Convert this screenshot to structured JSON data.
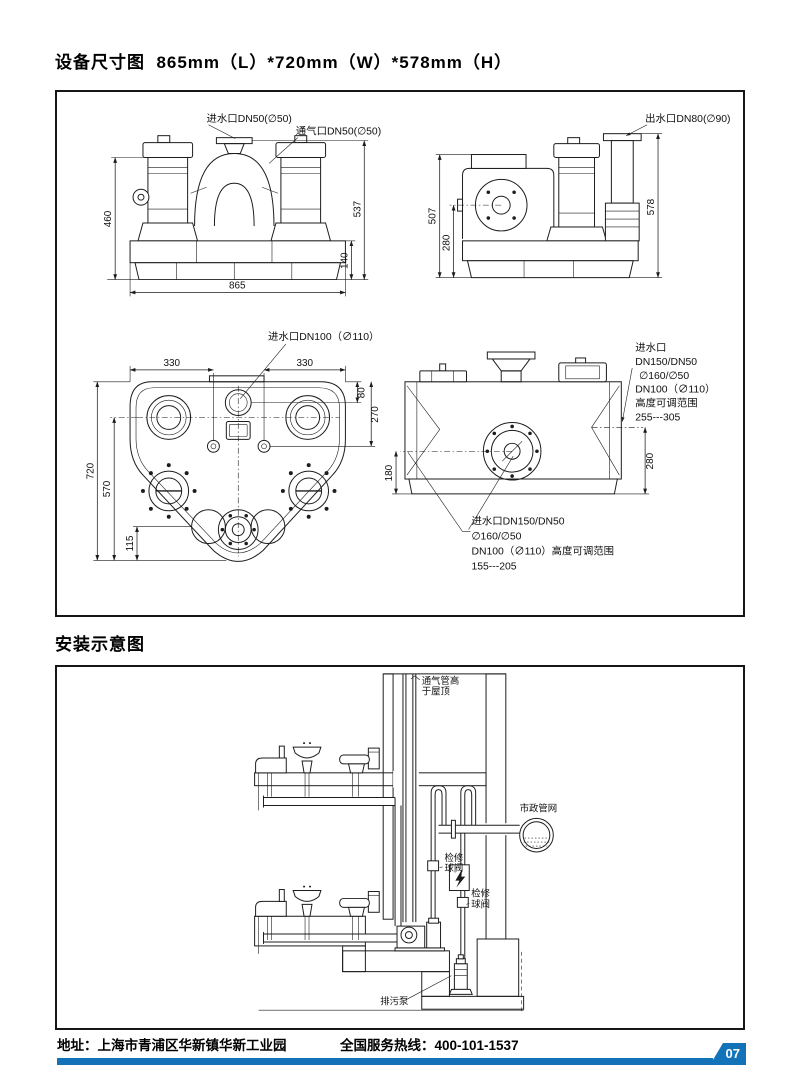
{
  "page": {
    "dim_title": "设备尺寸图  865mm（L）*720mm（W）*578mm（H）",
    "install_title": "安装示意图"
  },
  "front_view": {
    "inlet_label": "进水口DN50(∅50)",
    "vent_label": "通气口DN50(∅50)",
    "dim_left": "460",
    "dim_right": "537",
    "dim_base": "140",
    "dim_width": "865"
  },
  "side_view": {
    "outlet_label": "出水口DN80(∅90)",
    "dim_left": "507",
    "dim_inner": "280",
    "dim_right": "578"
  },
  "top_view": {
    "inlet_label": "进水口DN100（∅110）",
    "dim_top_left": "330",
    "dim_top_right": "330",
    "dim_right_upper": "80",
    "dim_right_lower": "270",
    "dim_left_outer": "720",
    "dim_left_inner": "570",
    "dim_bottom": "115"
  },
  "rear_view": {
    "dim_left": "180",
    "dim_right": "280",
    "note_right": [
      "进水口",
      "DN150/DN50",
      "∅160/∅50",
      "DN100（∅110）",
      "高度可调范围",
      "255---305"
    ],
    "note_bottom": [
      "进水口DN150/DN50",
      "∅160/∅50",
      "DN100（∅110）高度可调范围",
      "155---205"
    ]
  },
  "installation": {
    "vent_note": [
      "通气管高",
      "于屋顶"
    ],
    "municipal_label": "市政管网",
    "valve_note": [
      "检修",
      "球阀"
    ],
    "pump_label": "排污泵"
  },
  "footer": {
    "address": "地址：上海市青浦区华新镇华新工业园",
    "hotline": "全国服务热线：400-101-1537",
    "page_no": "07",
    "accent_color": "#1273b9"
  }
}
